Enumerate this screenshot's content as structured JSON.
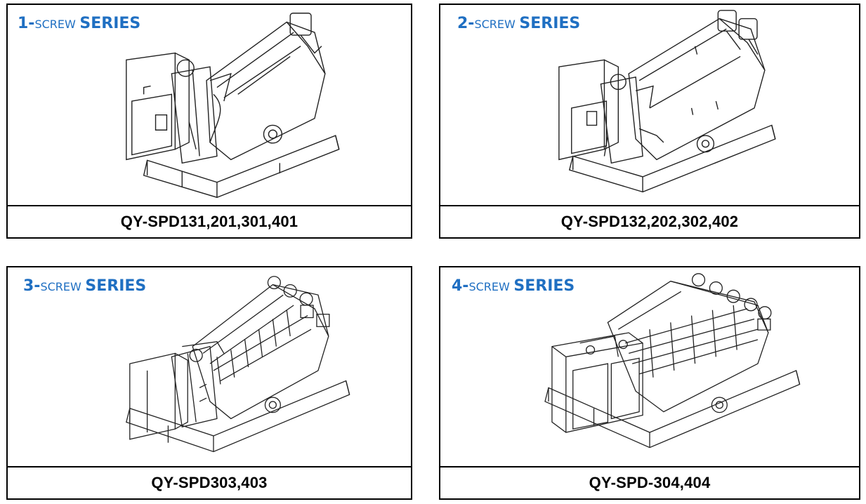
{
  "colors": {
    "title_blue": "#1f6fc2",
    "border": "#000000",
    "drawing_line": "#222222"
  },
  "panels": [
    {
      "series_number": "1-",
      "series_small": "SCREW",
      "series_big": "SERIES",
      "model": "QY-SPD131,201,301,401",
      "screws": 1
    },
    {
      "series_number": "2-",
      "series_small": "SCREW",
      "series_big": "SERIES",
      "model": "QY-SPD132,202,302,402",
      "screws": 2
    },
    {
      "series_number": "3-",
      "series_small": "SCREW",
      "series_big": "SERIES",
      "model": "QY-SPD303,403",
      "screws": 3
    },
    {
      "series_number": "4-",
      "series_small": "SCREW",
      "series_big": "SERIES",
      "model": "QY-SPD-304,404",
      "screws": 4
    }
  ]
}
